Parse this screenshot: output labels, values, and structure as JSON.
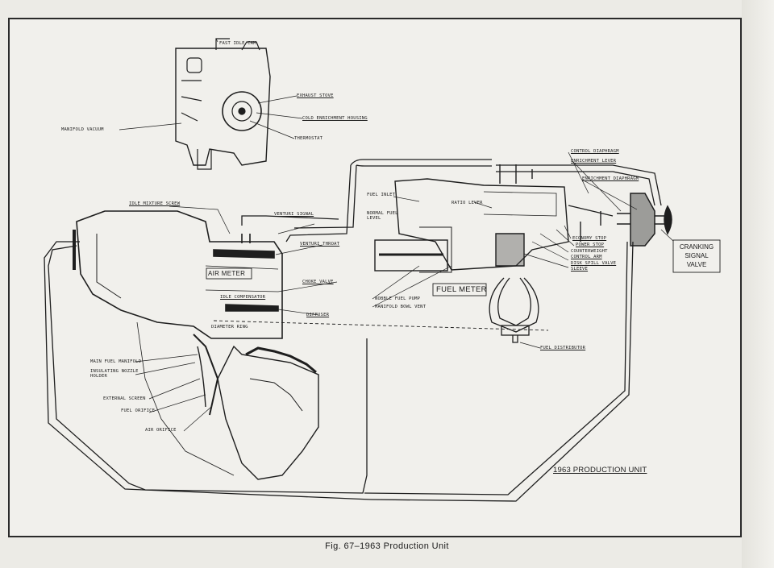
{
  "caption": "Fig. 67–1963 Production Unit",
  "unit_title": "1963 PRODUCTION UNIT",
  "boxes": {
    "af_meter": "AIR METER",
    "fuel_meter": "FUEL METER",
    "cranking_signal_valve": "CRANKING SIGNAL VALVE"
  },
  "labels": {
    "fast_idle_cam": "FAST IDLE CAM",
    "exhaust_stove": "EXHAUST STOVE",
    "cold_enrichment_housing": "COLD ENRICHMENT HOUSING",
    "thermostat": "THERMOSTAT",
    "manifold_vacuum": "MANIFOLD VACUUM",
    "idle_mixture_screw": "IDLE MIXTURE SCREW",
    "venturi_signal": "VENTURI SIGNAL",
    "venturi_throat": "VENTURI THROAT",
    "choke_valve": "CHOKE VALVE",
    "idle_compensator": "IDLE COMPENSATOR",
    "diffuser": "DIFFUSER",
    "diameter_ring": "DIAMETER RING",
    "main_fuel_manifold": "MAIN FUEL MANIFOLD",
    "insulating_nozzle_holder": "INSULATING NOZZLE HOLDER",
    "external_screen": "EXTERNAL SCREEN",
    "fuel_orifice": "FUEL ORIFICE",
    "air_orifice": "AIR ORIFICE",
    "fuel_inlet": "FUEL INLET",
    "normal_fuel_level": "NORMAL FUEL LEVEL",
    "ratio_lever": "RATIO LEVER",
    "control_diaphragm": "CONTROL DIAPHRAGM",
    "enrichment_lever": "ENRICHMENT LEVER",
    "enrichment_diaphragm": "ENRICHMENT DIAPHRAGM",
    "economy_stop": "ECONOMY STOP",
    "power_stop": "POWER STOP",
    "counterweight": "COUNTERWEIGHT",
    "control_arm": "CONTROL ARM",
    "disk_spill_valve": "DISK SPILL VALVE",
    "sleeve": "SLEEVE",
    "nobble_fuel_pump": "NOBBLE FUEL PUMP",
    "manifold_bowl_vent": "MANIFOLD BOWL VENT",
    "fuel_distributor": "FUEL DISTRIBUTOR"
  }
}
